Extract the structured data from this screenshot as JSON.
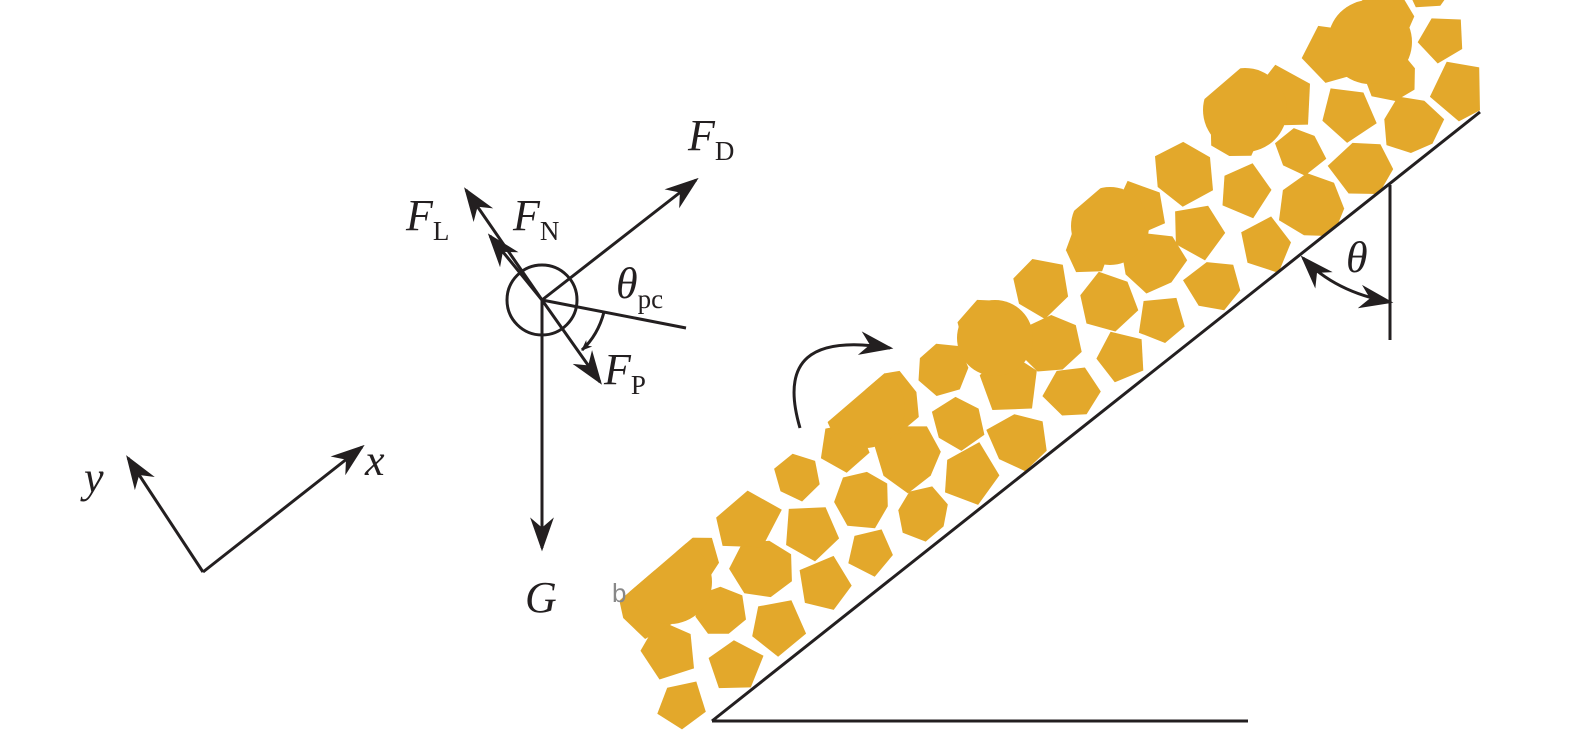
{
  "labels": {
    "FD": {
      "main": "F",
      "sub": "D"
    },
    "FL": {
      "main": "F",
      "sub": "L"
    },
    "FN": {
      "main": "F",
      "sub": "N"
    },
    "FP": {
      "main": "F",
      "sub": "P"
    },
    "theta_pc": {
      "main": "θ",
      "sub": "pc"
    },
    "theta": "θ",
    "G": "G",
    "x": "x",
    "y": "y",
    "stray": "b"
  },
  "colors": {
    "particle": "#E3A82B",
    "line": "#231F20"
  }
}
